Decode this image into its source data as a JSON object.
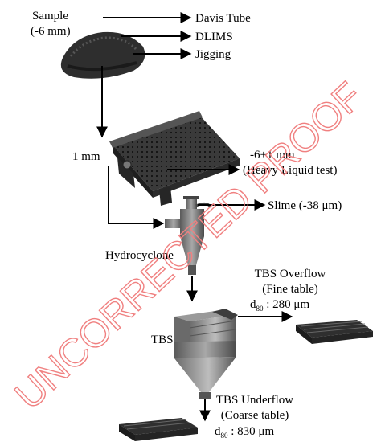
{
  "sample": {
    "name": "Sample",
    "size": "(-6 mm)"
  },
  "sample_outputs": [
    "Davis Tube",
    "DLIMS",
    "Jigging"
  ],
  "screen": {
    "label": "1 mm",
    "fraction": "-6+1 mm",
    "test": "(Heavy Liquid test)"
  },
  "cyclone": {
    "label": "Hydrocyclone",
    "overflow": "Slime (-38 μm)"
  },
  "tbs": {
    "label": "TBS",
    "overflow": {
      "title": "TBS Overflow",
      "table": "(Fine table)",
      "d_main": "d",
      "d_sub": "80",
      "d_value": " : 280 μm"
    },
    "underflow": {
      "title": "TBS Underflow",
      "table": "(Coarse table)",
      "d_main": "d",
      "d_sub": "80",
      "d_value": " : 830 μm"
    }
  },
  "watermark": "UNCORRECTED PROOF",
  "colors": {
    "line": "#000000",
    "watermark": "#f08080",
    "equipment_dark": "#3b3b3b",
    "equipment_mid": "#8c8c8c"
  }
}
